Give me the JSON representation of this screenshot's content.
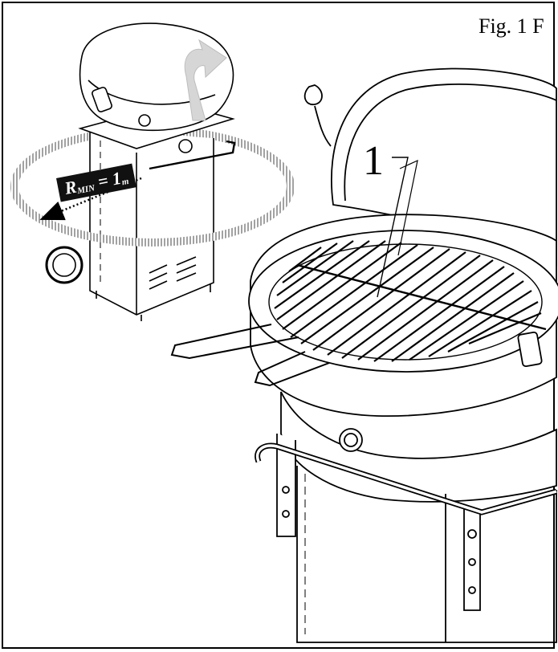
{
  "figure": {
    "caption": "Fig. 1 F",
    "part_label": "1",
    "clearance": {
      "symbol": "R",
      "subscript": "MIN",
      "equals": " = ",
      "value": "1",
      "unit": "m"
    }
  },
  "icons": {
    "small_grill": "grill-icon",
    "lid_arrow": "rotate-arrow-icon",
    "clearance_ring": "clearance-ring-icon",
    "clearance_arrow": "dimension-arrow-icon",
    "large_grill": "grill-icon"
  },
  "colors": {
    "line": "#000000",
    "ring": "#9a9a9a",
    "arrow_gray": "#bdbdbd",
    "tag": "#111111"
  }
}
